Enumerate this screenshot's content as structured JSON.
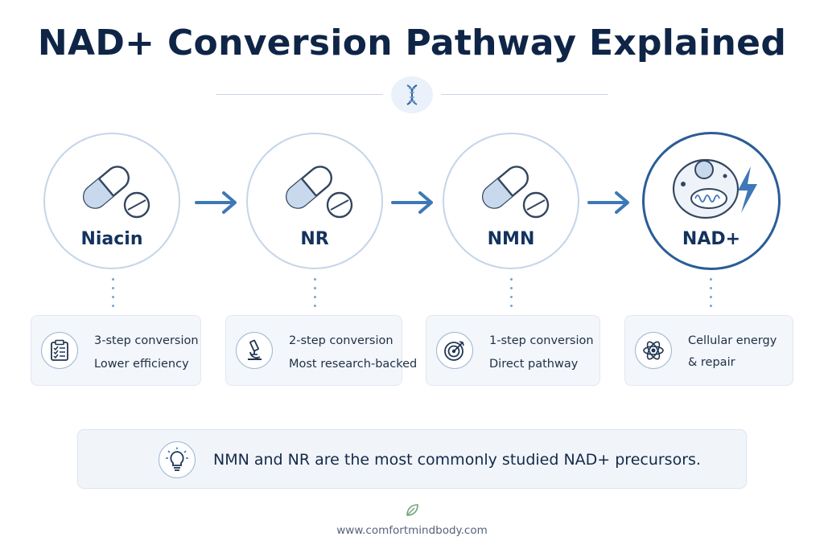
{
  "title": "NAD+ Conversion Pathway Explained",
  "steps": [
    {
      "label": "Niacin",
      "icon": "pill-capsule-icon",
      "line1": "3-step conversion",
      "line2": "Lower efficiency",
      "card_icon": "clipboard-checklist-icon"
    },
    {
      "label": "NR",
      "icon": "pill-capsule-icon",
      "line1": "2-step conversion",
      "line2": "Most research-backed",
      "card_icon": "microscope-icon"
    },
    {
      "label": "NMN",
      "icon": "pill-capsule-icon",
      "line1": "1-step conversion",
      "line2": "Direct pathway",
      "card_icon": "target-icon"
    },
    {
      "label": "NAD+",
      "icon": "cell-mitochondria-lightning-icon",
      "line1": "Cellular energy",
      "line2": "& repair",
      "card_icon": "atom-icon"
    }
  ],
  "note": {
    "text": "NMN and NR are the most commonly studied NAD+ precursors.",
    "icon": "lightbulb-icon"
  },
  "footer": "www.comfortmindbody.com",
  "colors": {
    "navy": "#0f2547",
    "accent": "#3d78b8",
    "circle_border": "#c5d5e8",
    "final_border": "#2a5d98",
    "card_bg": "#f3f6fa"
  }
}
